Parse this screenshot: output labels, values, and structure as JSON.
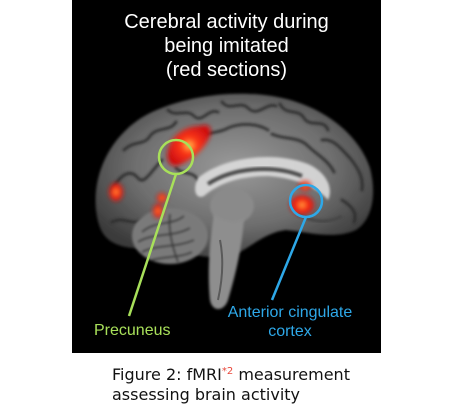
{
  "figure": {
    "title_lines": [
      "Cerebral activity during",
      "being imitated",
      "(red sections)"
    ],
    "labels": {
      "precuneus": "Precuneus",
      "acc_line1": "Anterior cingulate",
      "acc_line2": "cortex"
    },
    "caption": {
      "prefix": "Figure 2: fMRI",
      "footnote_mark": "*2",
      "suffix": " measurement",
      "line2": "assessing brain activity"
    },
    "colors": {
      "background": "#000000",
      "activation": "#ff2a1a",
      "precuneus": "#a8e05a",
      "acc": "#2ea8e8",
      "footnote": "#e8473a"
    }
  }
}
